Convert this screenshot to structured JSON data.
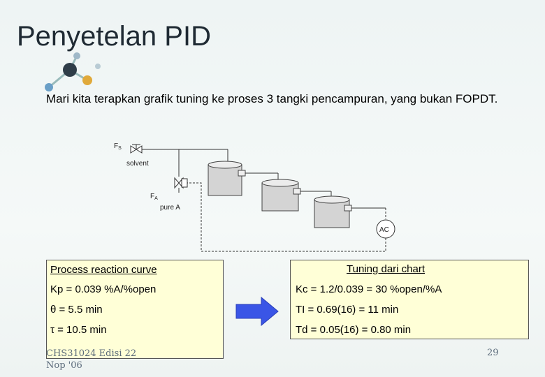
{
  "slide": {
    "title": "Penyetelan PID",
    "intro": "Mari kita terapkan grafik tuning ke proses 3 tangki pencampuran, yang bukan FOPDT.",
    "footer_line1": "CHS31024 Edisi 22",
    "footer_line2": "Nop '06",
    "page_number": "29"
  },
  "diagram": {
    "fs_main": "F",
    "fs_sub": "S",
    "solvent": "solvent",
    "fa_main": "F",
    "fa_sub": "A",
    "pure_a": "pure A",
    "controller": "AC"
  },
  "process_reaction": {
    "header": "Process reaction curve",
    "kp": "Kp = 0.039 %A/%open",
    "theta": "θ  = 5.5 min",
    "tau": "τ  = 10.5 min"
  },
  "tuning": {
    "header": "Tuning dari chart",
    "kc": "Kc  = 1.2/0.039 = 30 %open/%A",
    "ti": "TI  =  0.69(16) = 11 min",
    "td": "Td  =  0.05(16) = 0.80 min"
  },
  "colors": {
    "arrow": "#3a55e6",
    "box_fill": "#ffffd7",
    "tank_fill": "#d4d4d4"
  }
}
